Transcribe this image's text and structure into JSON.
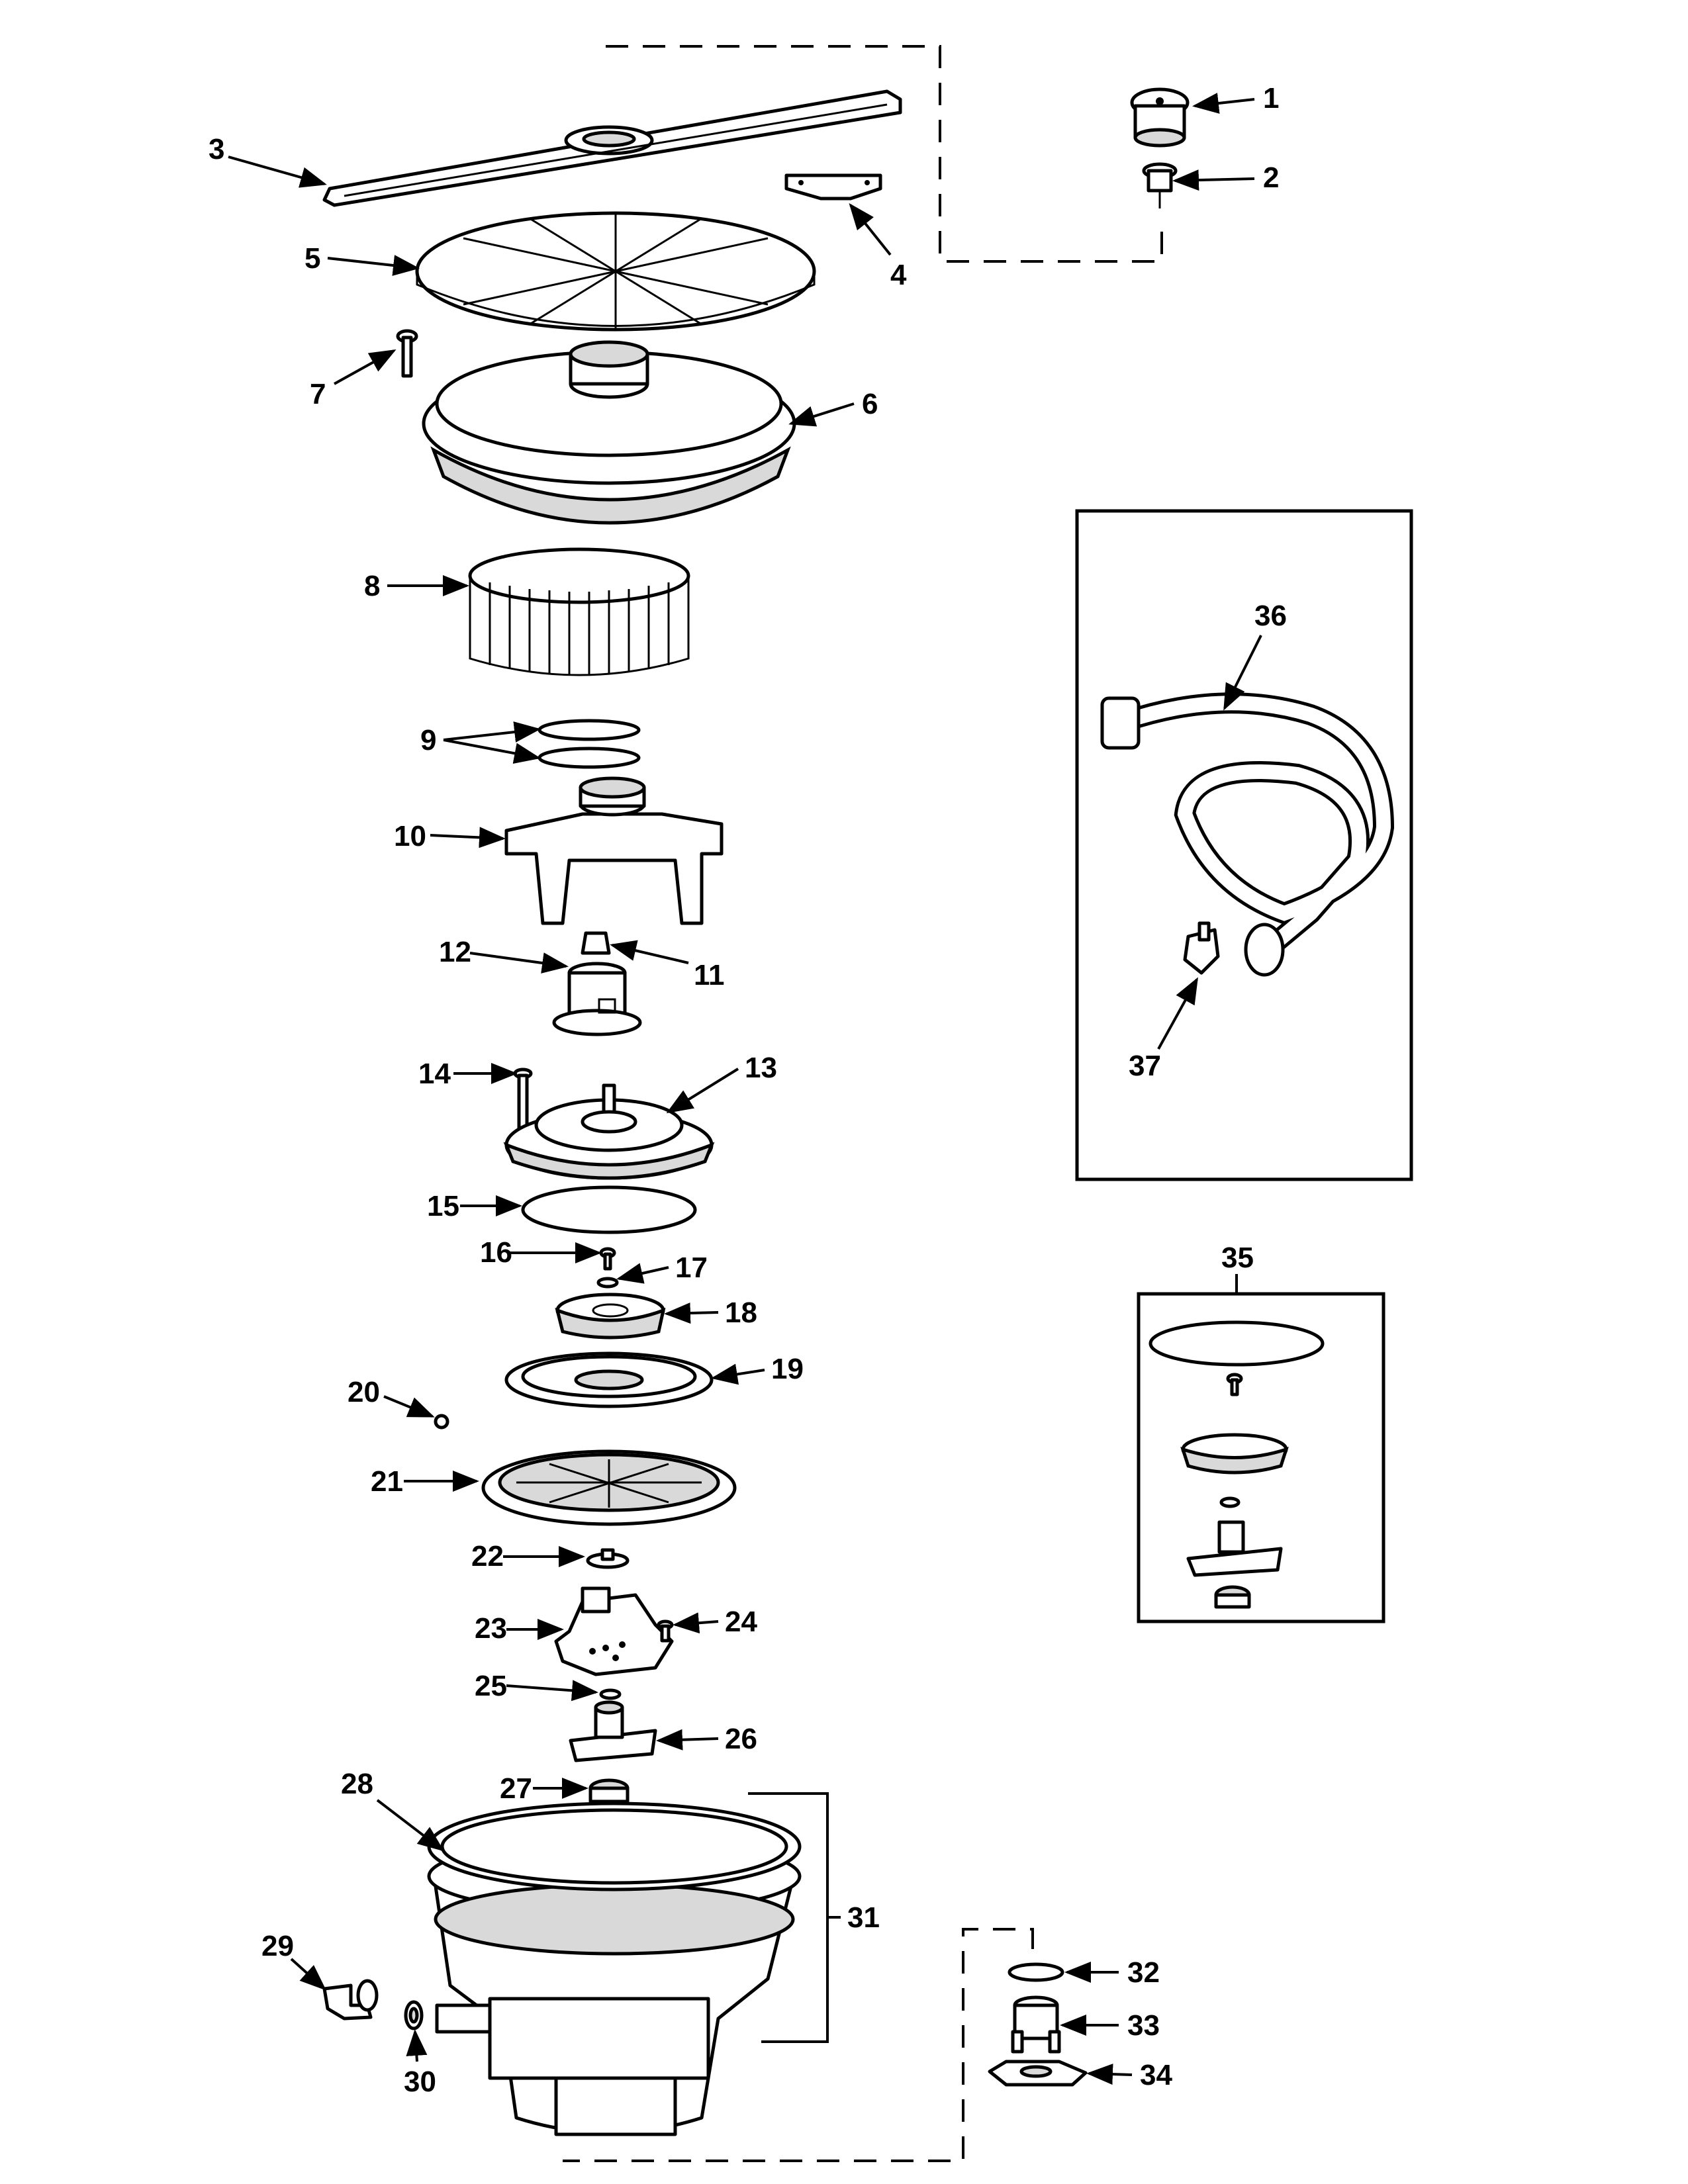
{
  "diagram": {
    "callouts": [
      {
        "id": "c1",
        "label": "1",
        "part": "part-1"
      },
      {
        "id": "c2",
        "label": "2",
        "part": "part-2"
      },
      {
        "id": "c3",
        "label": "3",
        "part": "part-3"
      },
      {
        "id": "c4",
        "label": "4",
        "part": "part-4"
      },
      {
        "id": "c5",
        "label": "5",
        "part": "part-5"
      },
      {
        "id": "c6",
        "label": "6",
        "part": "part-6"
      },
      {
        "id": "c7",
        "label": "7",
        "part": "part-7"
      },
      {
        "id": "c8",
        "label": "8",
        "part": "part-8"
      },
      {
        "id": "c9",
        "label": "9",
        "part": "part-9"
      },
      {
        "id": "c10",
        "label": "10",
        "part": "part-10"
      },
      {
        "id": "c11",
        "label": "11",
        "part": "part-11"
      },
      {
        "id": "c12",
        "label": "12",
        "part": "part-12"
      },
      {
        "id": "c13",
        "label": "13",
        "part": "part-13"
      },
      {
        "id": "c14",
        "label": "14",
        "part": "part-14"
      },
      {
        "id": "c15",
        "label": "15",
        "part": "part-15"
      },
      {
        "id": "c16",
        "label": "16",
        "part": "part-16"
      },
      {
        "id": "c17",
        "label": "17",
        "part": "part-17"
      },
      {
        "id": "c18",
        "label": "18",
        "part": "part-18"
      },
      {
        "id": "c19",
        "label": "19",
        "part": "part-19"
      },
      {
        "id": "c20",
        "label": "20",
        "part": "part-20"
      },
      {
        "id": "c21",
        "label": "21",
        "part": "part-21"
      },
      {
        "id": "c22",
        "label": "22",
        "part": "part-22"
      },
      {
        "id": "c23",
        "label": "23",
        "part": "part-23"
      },
      {
        "id": "c24",
        "label": "24",
        "part": "part-24"
      },
      {
        "id": "c25",
        "label": "25",
        "part": "part-25"
      },
      {
        "id": "c26",
        "label": "26",
        "part": "part-26"
      },
      {
        "id": "c27",
        "label": "27",
        "part": "part-27"
      },
      {
        "id": "c28",
        "label": "28",
        "part": "part-28"
      },
      {
        "id": "c29",
        "label": "29",
        "part": "part-29"
      },
      {
        "id": "c30",
        "label": "30",
        "part": "part-30"
      },
      {
        "id": "c31",
        "label": "31",
        "part": "part-31"
      },
      {
        "id": "c32",
        "label": "32",
        "part": "part-32"
      },
      {
        "id": "c33",
        "label": "33",
        "part": "part-33"
      },
      {
        "id": "c34",
        "label": "34",
        "part": "part-34"
      },
      {
        "id": "c35",
        "label": "35",
        "part": "part-35"
      },
      {
        "id": "c36",
        "label": "36",
        "part": "part-36"
      },
      {
        "id": "c37",
        "label": "37",
        "part": "part-37"
      }
    ]
  }
}
